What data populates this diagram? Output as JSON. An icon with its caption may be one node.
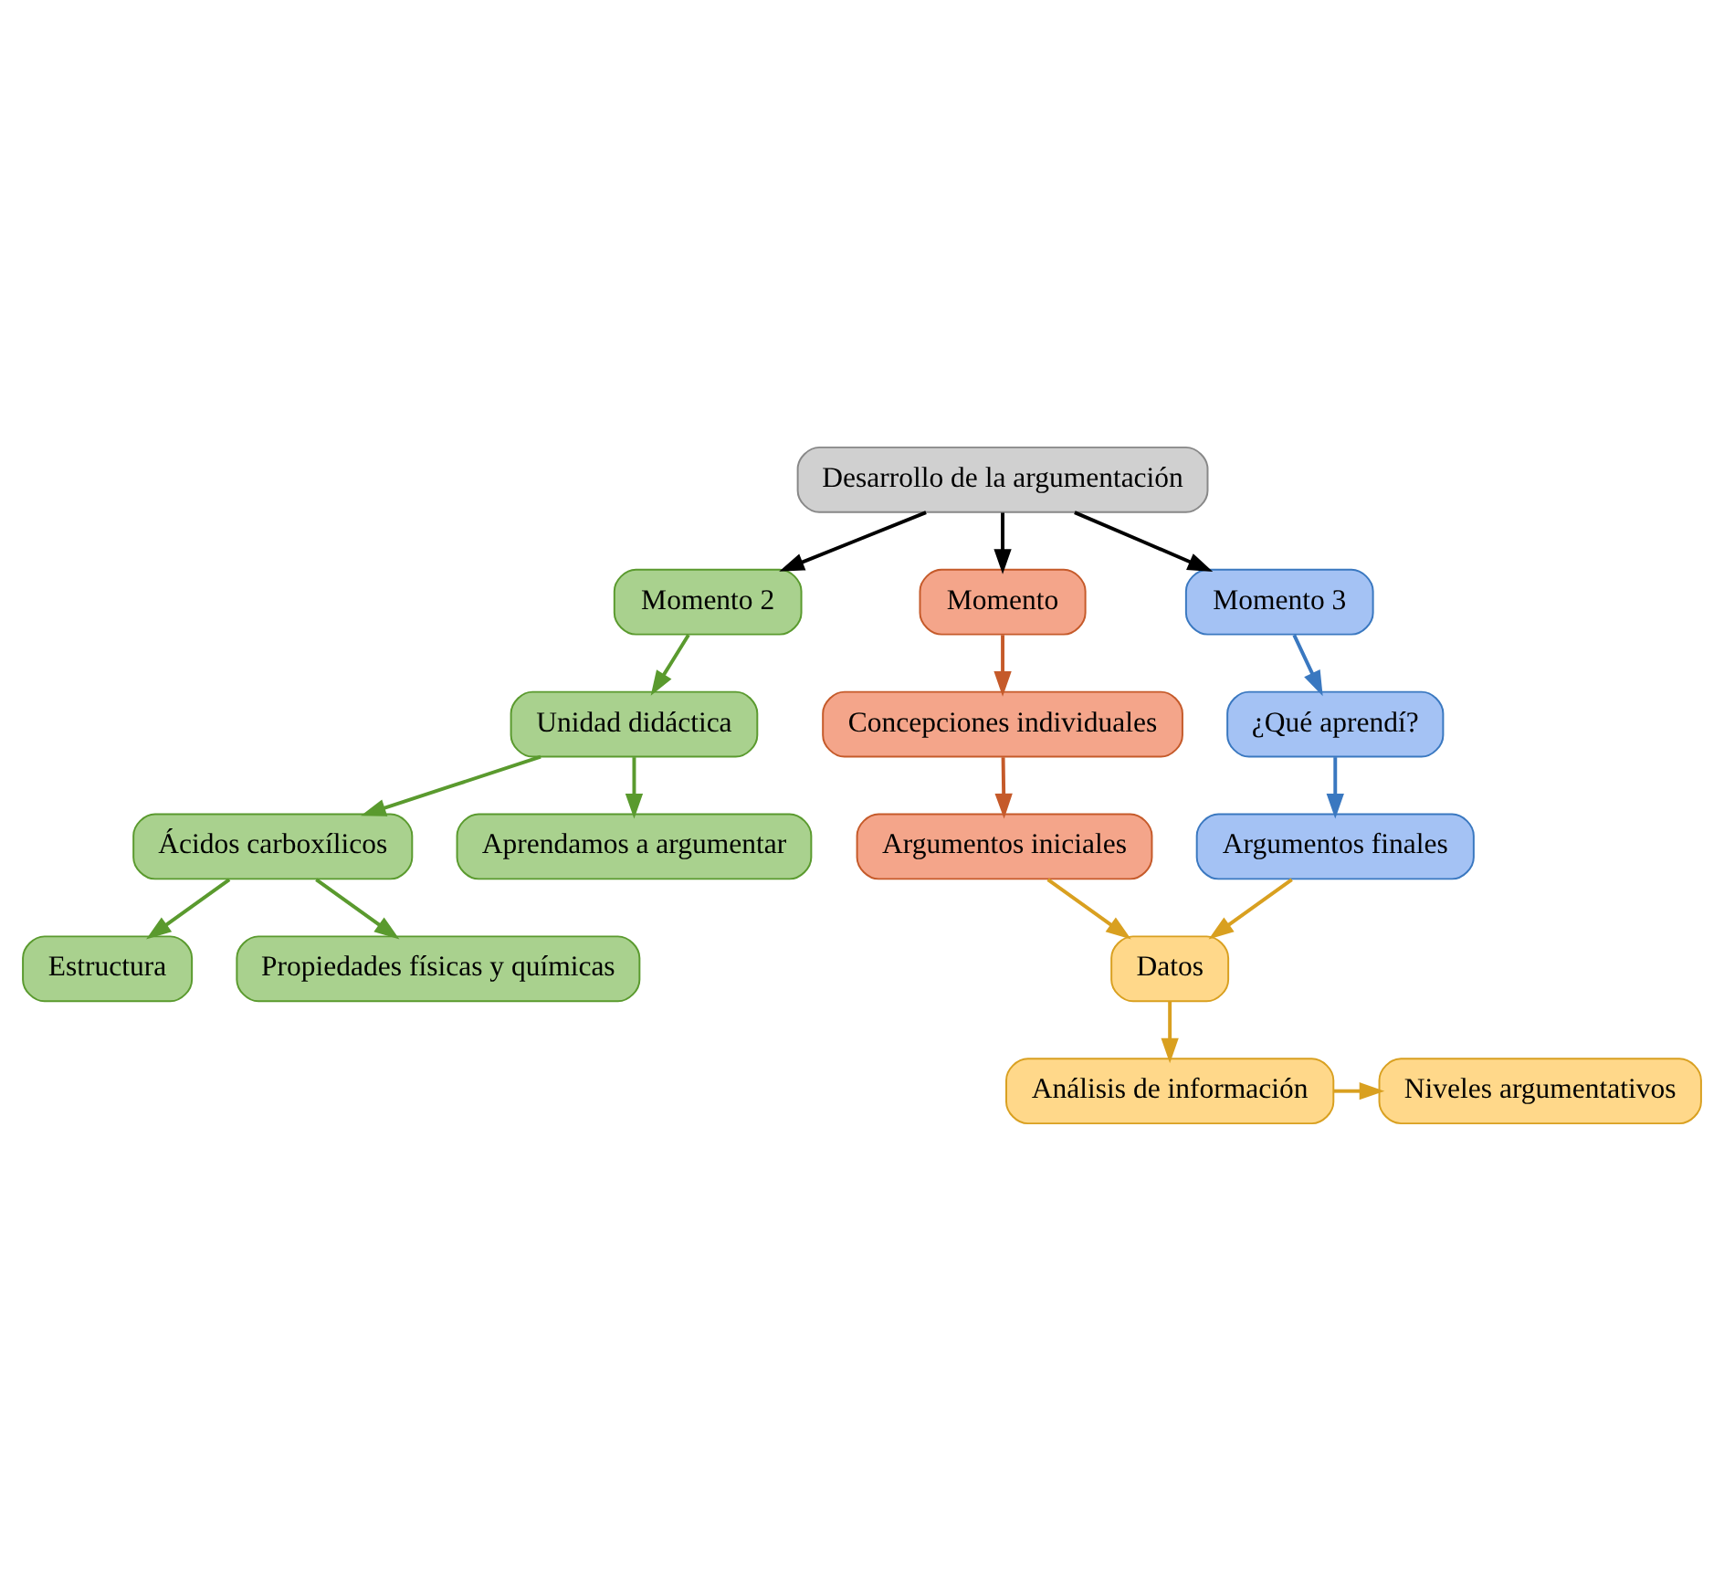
{
  "diagram": {
    "nodes": [
      {
        "text": [
          "Desarrollo de la argumentación"
        ]
      },
      {
        "text": [
          "Momento"
        ]
      },
      {
        "text": [
          "Momento 2"
        ]
      },
      {
        "text": [
          "Momento 3"
        ]
      },
      {
        "text": [
          "Concepciones individuales"
        ]
      },
      {
        "text": [
          "Argumentos iniciales"
        ]
      },
      {
        "text": [
          "Unidad didáctica"
        ]
      },
      {
        "text": [
          "Aprendamos a argumentar"
        ]
      },
      {
        "text": [
          "Ácidos carboxílicos"
        ]
      },
      {
        "text": [
          "Estructura"
        ]
      },
      {
        "text": [
          "Propiedades físicas y químicas"
        ]
      },
      {
        "text": [
          "¿Qué aprendí?"
        ]
      },
      {
        "text": [
          "Argumentos finales"
        ]
      },
      {
        "text": [
          "Datos"
        ]
      },
      {
        "text": [
          "Análisis de información"
        ]
      },
      {
        "text": [
          "Niveles argumentativos"
        ]
      }
    ],
    "edges": [
      {
        "from": 0,
        "to": 1,
        "arrow": "to",
        "color": "#000000"
      },
      {
        "from": 0,
        "to": 2,
        "arrow": "to",
        "color": "#000000"
      },
      {
        "from": 0,
        "to": 3,
        "arrow": "to",
        "color": "#000000"
      },
      {
        "from": 1,
        "to": 4,
        "arrow": "to",
        "color": "#c55a2a"
      },
      {
        "from": 4,
        "to": 5,
        "arrow": "to",
        "color": "#c55a2a"
      },
      {
        "from": 2,
        "to": 6,
        "arrow": "to",
        "color": "#5a9a2e"
      },
      {
        "from": 6,
        "to": 7,
        "arrow": "to",
        "color": "#5a9a2e"
      },
      {
        "from": 6,
        "to": 8,
        "arrow": "to",
        "color": "#5a9a2e"
      },
      {
        "from": 8,
        "to": 9,
        "arrow": "to",
        "color": "#5a9a2e"
      },
      {
        "from": 8,
        "to": 10,
        "arrow": "to",
        "color": "#5a9a2e"
      },
      {
        "from": 3,
        "to": 11,
        "arrow": "to",
        "color": "#3a78c0"
      },
      {
        "from": 11,
        "to": 12,
        "arrow": "to",
        "color": "#3a78c0"
      },
      {
        "from": 5,
        "to": 13,
        "arrow": "to",
        "color": "#d9a020"
      },
      {
        "from": 12,
        "to": 13,
        "arrow": "to",
        "color": "#d9a020"
      },
      {
        "from": 13,
        "to": 14,
        "arrow": "to",
        "color": "#d9a020"
      },
      {
        "from": 14,
        "to": 15,
        "arrow": "to",
        "color": "#d9a020"
      }
    ]
  }
}
